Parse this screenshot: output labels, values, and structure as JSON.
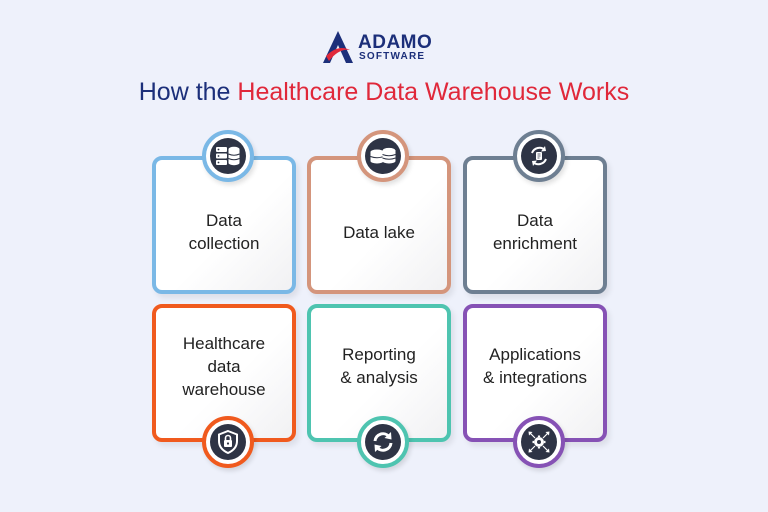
{
  "logo": {
    "name": "ADAMO",
    "sub": "SOFTWARE"
  },
  "title": {
    "prefix": "How the ",
    "highlight": "Healthcare Data Warehouse Works"
  },
  "steps": [
    {
      "label": "Data\ncollection",
      "color": "#7ab8e6",
      "icon": "database-server-icon"
    },
    {
      "label": "Data lake",
      "color": "#d4957c",
      "icon": "database-stack-icon"
    },
    {
      "label": "Data\nenrichment",
      "color": "#6e7f92",
      "icon": "sync-cycle-icon"
    },
    {
      "label": "Healthcare\ndata\nwarehouse",
      "color": "#f05a1e",
      "icon": "shield-lock-icon"
    },
    {
      "label": "Reporting\n& analysis",
      "color": "#4ec4b0",
      "icon": "refresh-arrows-icon"
    },
    {
      "label": "Applications\n& integrations",
      "color": "#8652b5",
      "icon": "gear-network-icon"
    }
  ],
  "colors": {
    "title": "#1c2f7a",
    "highlight": "#e0283a",
    "badge_core": "#2e3445",
    "background": "#eef1fb"
  }
}
